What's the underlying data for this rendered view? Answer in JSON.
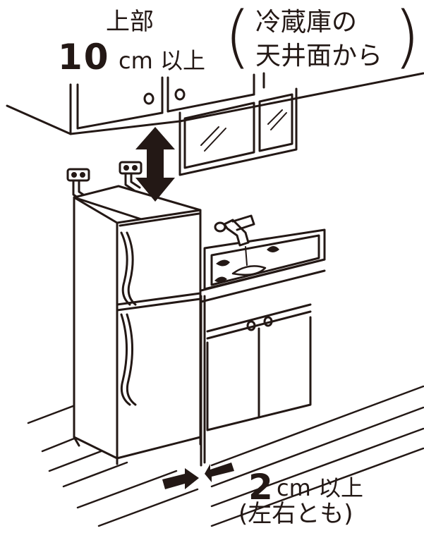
{
  "top_clearance": {
    "label": "上部",
    "value": "10",
    "unit": "cm 以上",
    "note_line1": "冷蔵庫の",
    "note_line2": "天井面から",
    "paren_open": "(",
    "paren_close": ")"
  },
  "side_clearance": {
    "value": "2",
    "unit": "cm 以上",
    "note": "(左右とも)"
  },
  "colors": {
    "ink": "#231815",
    "background": "#ffffff",
    "water": "#231815"
  },
  "icons": [
    "double-arrow-vertical-icon",
    "arrow-right-icon",
    "arrow-left-icon",
    "power-outlet-icon",
    "faucet-icon"
  ]
}
